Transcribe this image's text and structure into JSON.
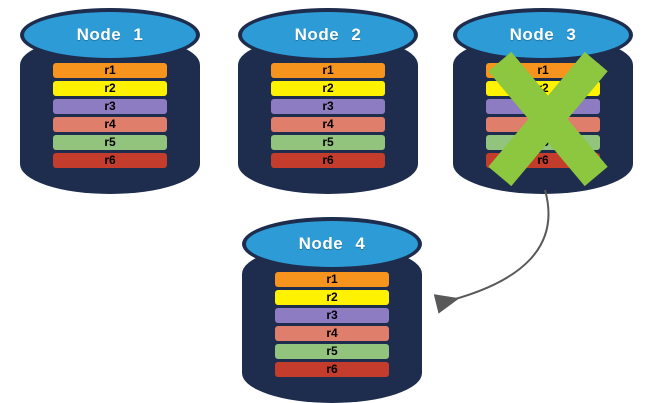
{
  "diagram": {
    "background": "#ffffff",
    "colors": {
      "cylinder_body": "#1E2D4D",
      "cylinder_top": "#2D9BD5",
      "title_text": "#FFFFFF",
      "row_text": "#000000",
      "failure_cross": "#8DC63F",
      "arrow": "#595959"
    },
    "nodes": [
      {
        "id": "node-1",
        "title": "Node 1",
        "failed": false,
        "rows": [
          {
            "label": "r1",
            "color": "#F7941E"
          },
          {
            "label": "r2",
            "color": "#FFF200"
          },
          {
            "label": "r3",
            "color": "#8E7CC3"
          },
          {
            "label": "r4",
            "color": "#DE7E6B"
          },
          {
            "label": "r5",
            "color": "#93C47D"
          },
          {
            "label": "r6",
            "color": "#C43C2B"
          }
        ]
      },
      {
        "id": "node-2",
        "title": "Node 2",
        "failed": false,
        "rows": [
          {
            "label": "r1",
            "color": "#F7941E"
          },
          {
            "label": "r2",
            "color": "#FFF200"
          },
          {
            "label": "r3",
            "color": "#8E7CC3"
          },
          {
            "label": "r4",
            "color": "#DE7E6B"
          },
          {
            "label": "r5",
            "color": "#93C47D"
          },
          {
            "label": "r6",
            "color": "#C43C2B"
          }
        ]
      },
      {
        "id": "node-3",
        "title": "Node 3",
        "failed": true,
        "rows": [
          {
            "label": "r1",
            "color": "#F7941E"
          },
          {
            "label": "r2",
            "color": "#FFF200"
          },
          {
            "label": "r3",
            "color": "#8E7CC3"
          },
          {
            "label": "r4",
            "color": "#DE7E6B"
          },
          {
            "label": "r5",
            "color": "#93C47D"
          },
          {
            "label": "r6",
            "color": "#C43C2B"
          }
        ]
      },
      {
        "id": "node-4",
        "title": "Node 4",
        "failed": false,
        "rows": [
          {
            "label": "r1",
            "color": "#F7941E"
          },
          {
            "label": "r2",
            "color": "#FFF200"
          },
          {
            "label": "r3",
            "color": "#8E7CC3"
          },
          {
            "label": "r4",
            "color": "#DE7E6B"
          },
          {
            "label": "r5",
            "color": "#93C47D"
          },
          {
            "label": "r6",
            "color": "#C43C2B"
          }
        ]
      }
    ],
    "arrow": {
      "from": "node-3",
      "to": "node-4"
    }
  }
}
